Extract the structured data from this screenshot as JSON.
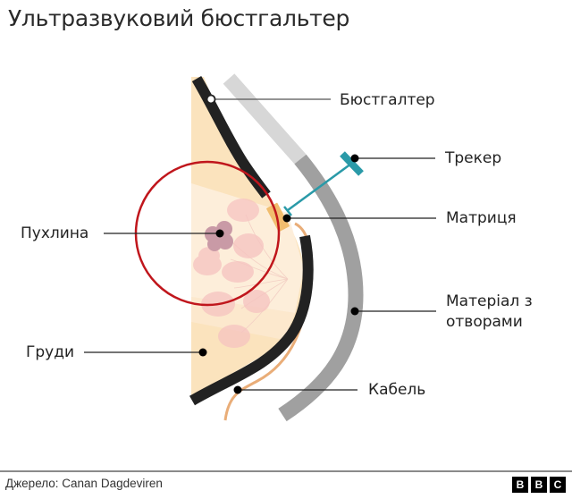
{
  "title": "Ультразвуковий бюстгальтер",
  "labels": {
    "bra": "Бюстгалтер",
    "tracker": "Трекер",
    "matrix": "Матриця",
    "tumor": "Пухлина",
    "material_line1": "Матеріал з",
    "material_line2": "отворами",
    "breast": "Груди",
    "cable": "Кабель"
  },
  "footer": {
    "source": "Джерело: Canan Dagdeviren",
    "logo_letters": [
      "B",
      "B",
      "C"
    ]
  },
  "colors": {
    "breast_fill": "#fbe3bd",
    "bra_strap": "#222222",
    "material_light": "#d7d7d7",
    "material_dark": "#a0a0a0",
    "tracker": "#2a9aa8",
    "matrix": "#f1bd6e",
    "cable": "#e9ad78",
    "focus_circle": "#c0161c",
    "tumor": "#c99aa6",
    "lobules": "#f6c3c0"
  }
}
